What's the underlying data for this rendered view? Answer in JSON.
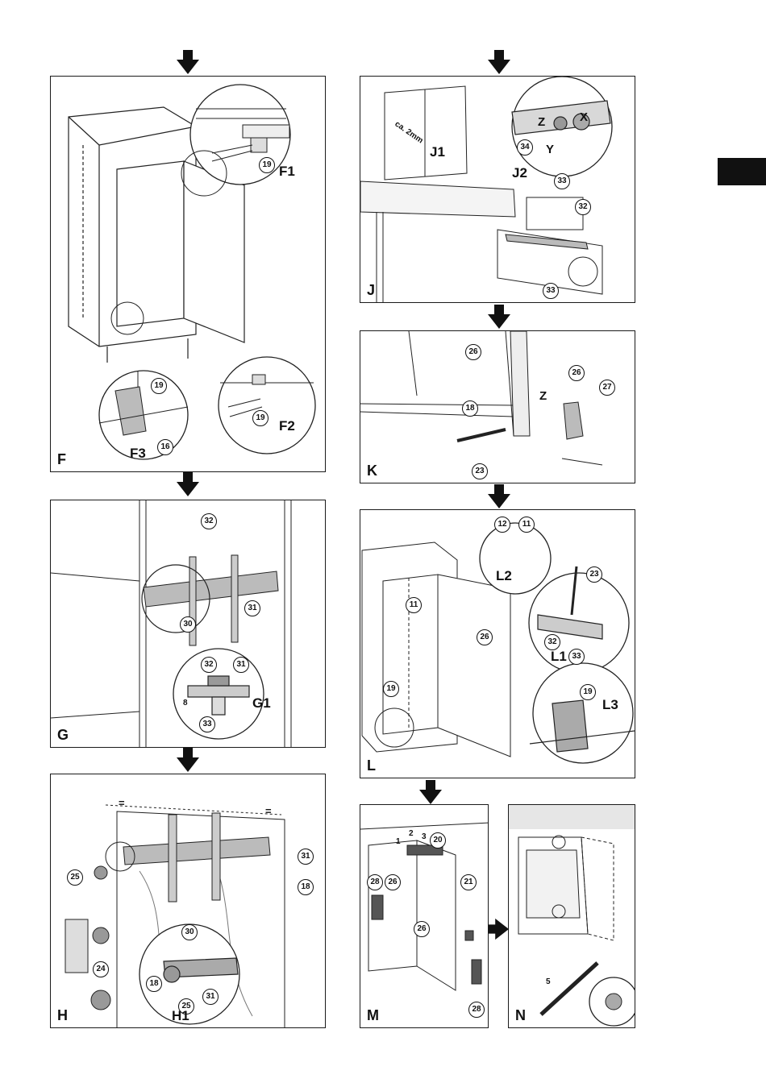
{
  "panels": {
    "F": {
      "letter": "F",
      "sub": {
        "F1": "F1",
        "F2": "F2",
        "F3": "F3"
      },
      "callouts": {
        "a": "19",
        "b": "19",
        "c": "19",
        "d": "16"
      }
    },
    "G": {
      "letter": "G",
      "sub": {
        "G1": "G1"
      },
      "callouts": {
        "a": "32",
        "b": "31",
        "c": "30",
        "d": "32",
        "e": "31",
        "f": "33"
      },
      "dimension": "8"
    },
    "H": {
      "letter": "H",
      "sub": {
        "H1": "H1"
      },
      "callouts": {
        "a": "31",
        "b": "25",
        "c": "18",
        "d": "24",
        "e": "30",
        "f": "18",
        "g": "25",
        "h": "31"
      },
      "equal_marks": "="
    },
    "J": {
      "letter": "J",
      "sub": {
        "J1": "J1",
        "J2": "J2"
      },
      "callouts": {
        "a": "34",
        "b": "33",
        "c": "32",
        "d": "33"
      },
      "axes": {
        "x": "X",
        "y": "Y",
        "z": "Z"
      },
      "gap_text": "ca. 2mm"
    },
    "K": {
      "letter": "K",
      "callouts": {
        "a": "26",
        "b": "26",
        "c": "27",
        "d": "18",
        "e": "23"
      },
      "axis": "Z"
    },
    "L": {
      "letter": "L",
      "sub": {
        "L1": "L1",
        "L2": "L2",
        "L3": "L3"
      },
      "callouts": {
        "a": "12",
        "b": "11",
        "c": "23",
        "d": "11",
        "e": "26",
        "f": "32",
        "g": "33",
        "h": "19",
        "i": "19"
      }
    },
    "M": {
      "letter": "M",
      "callouts": {
        "a": "20",
        "b": "28",
        "c": "26",
        "d": "21",
        "e": "26",
        "f": "28"
      },
      "steps": {
        "s1": "1",
        "s2": "2",
        "s3": "3"
      }
    },
    "N": {
      "letter": "N",
      "step": "5"
    }
  }
}
